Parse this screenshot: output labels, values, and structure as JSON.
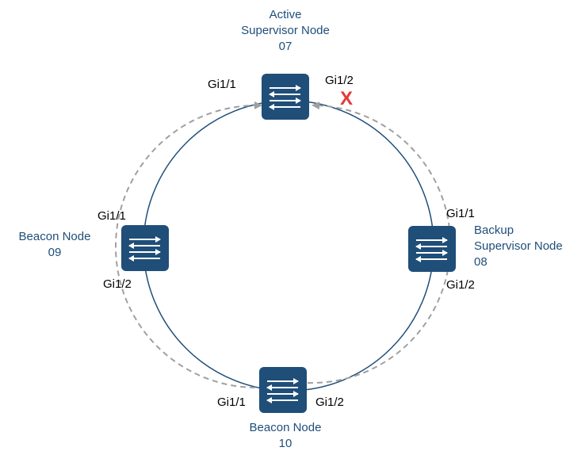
{
  "colors": {
    "ring": "#1f4e79",
    "switch": "#1f4e79",
    "flow": "#a0a0a0",
    "label": "#1f4e79",
    "port": "#000000",
    "failure": "#e53935"
  },
  "nodes": {
    "top": {
      "line1": "Active",
      "line2": "Supervisor Node",
      "line3": "07",
      "icon": "switch-icon"
    },
    "right": {
      "line1": "Backup",
      "line2": "Supervisor Node",
      "line3": "08",
      "icon": "switch-icon"
    },
    "left": {
      "line1": "Beacon Node",
      "line2": "09",
      "icon": "switch-icon"
    },
    "bottom": {
      "line1": "Beacon Node",
      "line2": "10",
      "icon": "switch-icon"
    }
  },
  "ports": {
    "top_left": "Gi1/1",
    "top_right": "Gi1/2",
    "right_top": "Gi1/1",
    "right_bottom": "Gi1/2",
    "left_top": "Gi1/1",
    "left_bottom": "Gi1/2",
    "bottom_left": "Gi1/1",
    "bottom_right": "Gi1/2"
  },
  "failure": {
    "mark": "X",
    "icon": "link-failure-icon"
  }
}
